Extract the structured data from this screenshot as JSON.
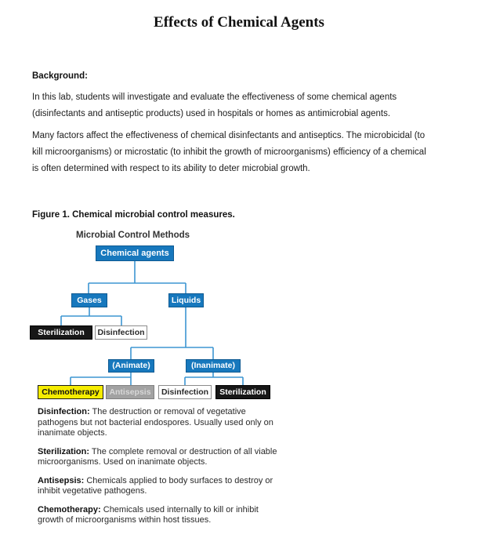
{
  "header": {
    "title": "Effects of Chemical Agents"
  },
  "background": {
    "heading": "Background:",
    "paragraphs": [
      "In this lab, students will investigate and evaluate the effectiveness of some chemical agents (disinfectants and antiseptic products) used in hospitals or homes as antimicrobial agents.",
      "Many factors affect the effectiveness of chemical disinfectants and antiseptics.  The microbicidal (to kill microorganisms) or microstatic (to inhibit the growth of microorganisms) efficiency of a chemical is often determined with respect to its ability to deter microbial growth."
    ]
  },
  "figure": {
    "caption": "Figure 1. Chemical microbial control measures.",
    "diagram_title": "Microbial Control Methods",
    "nodes": {
      "chemical_agents": "Chemical agents",
      "gases": "Gases",
      "liquids": "Liquids",
      "sterilization_gas": "Sterilization",
      "disinfection_gas": "Disinfection",
      "animate": "(Animate)",
      "inanimate": "(Inanimate)",
      "chemotherapy": "Chemotherapy",
      "antisepsis": "Antisepsis",
      "disinfection_liquid": "Disinfection",
      "sterilization_liquid": "Sterilization"
    },
    "colors": {
      "node_blue": "#1778bd",
      "node_black": "#171717",
      "node_yellow": "#f5ec00",
      "node_gray": "#a2a2a2",
      "node_white": "#ffffff",
      "connector_blue": "#3d96d2"
    }
  },
  "definitions": [
    {
      "term": "Disinfection:",
      "text": "The destruction or removal of vegetative pathogens but not bacterial endospores. Usually used only on inanimate objects."
    },
    {
      "term": "Sterilization:",
      "text": "The complete removal or destruction of all viable microorganisms. Used on inanimate objects."
    },
    {
      "term": "Antisepsis:",
      "text": "Chemicals applied to body surfaces to destroy or inhibit vegetative pathogens."
    },
    {
      "term": "Chemotherapy:",
      "text": "Chemicals used internally to kill or inhibit growth of microorganisms within host tissues."
    }
  ]
}
